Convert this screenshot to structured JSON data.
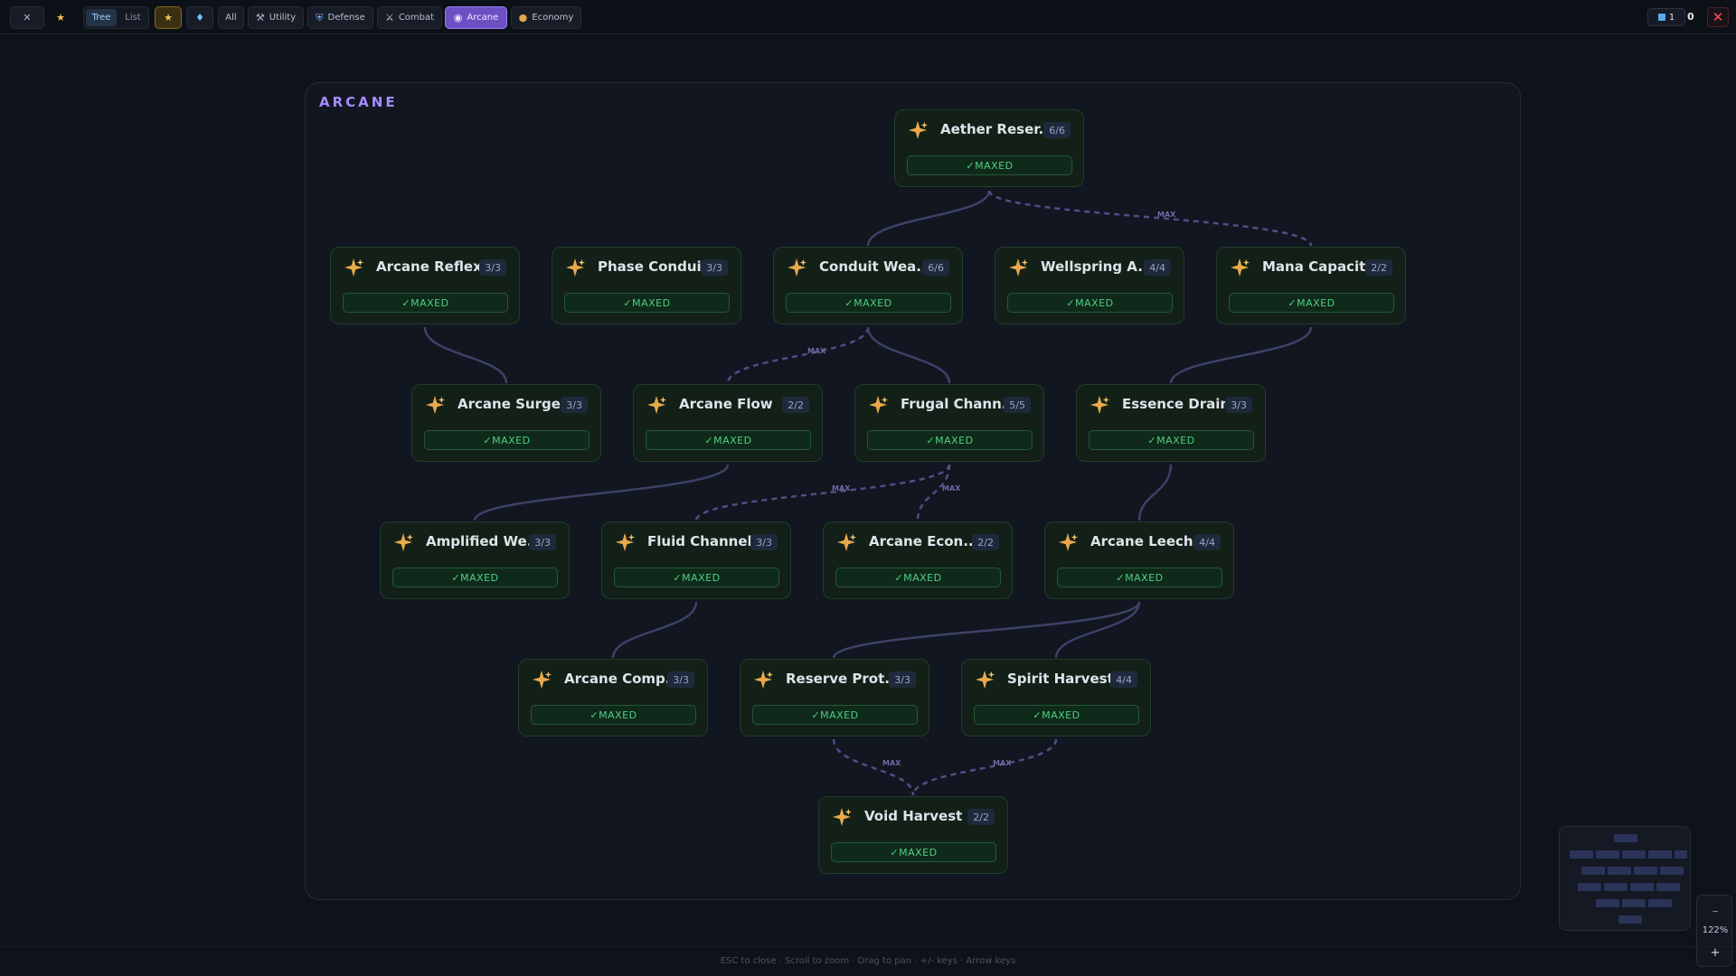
{
  "toolbar": {
    "close_icon_label": "✕",
    "favorite_icon": "star-icon",
    "view_tree": "Tree",
    "view_list": "List",
    "filter_all": "All",
    "filter_utility": "Utility",
    "filter_defense": "Defense",
    "filter_combat": "Combat",
    "filter_arcane": "Arcane",
    "filter_economy": "Economy",
    "counter_value": "1",
    "points_value": "0",
    "accent_color": "#6d4fc4"
  },
  "panel": {
    "title": "ARCANE"
  },
  "nodes": [
    {
      "name": "Aether Reser...",
      "rank": "6/6",
      "status": "✓MAXED"
    },
    {
      "name": "Arcane Reflex",
      "rank": "3/3",
      "status": "✓MAXED"
    },
    {
      "name": "Phase Conduit",
      "rank": "3/3",
      "status": "✓MAXED"
    },
    {
      "name": "Conduit Wea...",
      "rank": "6/6",
      "status": "✓MAXED"
    },
    {
      "name": "Wellspring A...",
      "rank": "4/4",
      "status": "✓MAXED"
    },
    {
      "name": "Mana Capacity",
      "rank": "2/2",
      "status": "✓MAXED"
    },
    {
      "name": "Arcane Surge",
      "rank": "3/3",
      "status": "✓MAXED"
    },
    {
      "name": "Arcane Flow",
      "rank": "2/2",
      "status": "✓MAXED"
    },
    {
      "name": "Frugal Chann...",
      "rank": "5/5",
      "status": "✓MAXED"
    },
    {
      "name": "Essence Drain",
      "rank": "3/3",
      "status": "✓MAXED"
    },
    {
      "name": "Amplified We...",
      "rank": "3/3",
      "status": "✓MAXED"
    },
    {
      "name": "Fluid Channel",
      "rank": "3/3",
      "status": "✓MAXED"
    },
    {
      "name": "Arcane Econ...",
      "rank": "2/2",
      "status": "✓MAXED"
    },
    {
      "name": "Arcane Leech",
      "rank": "4/4",
      "status": "✓MAXED"
    },
    {
      "name": "Arcane Comp...",
      "rank": "3/3",
      "status": "✓MAXED"
    },
    {
      "name": "Reserve Prot...",
      "rank": "3/3",
      "status": "✓MAXED"
    },
    {
      "name": "Spirit Harvest",
      "rank": "4/4",
      "status": "✓MAXED"
    },
    {
      "name": "Void Harvest",
      "rank": "2/2",
      "status": "✓MAXED"
    }
  ],
  "edge_label": "MAX",
  "zoom": {
    "level": "122%",
    "minus": "–",
    "plus": "+"
  },
  "footer": {
    "hint": "ESC to close · Scroll to zoom · Drag to pan · +/- keys · Arrow keys"
  }
}
